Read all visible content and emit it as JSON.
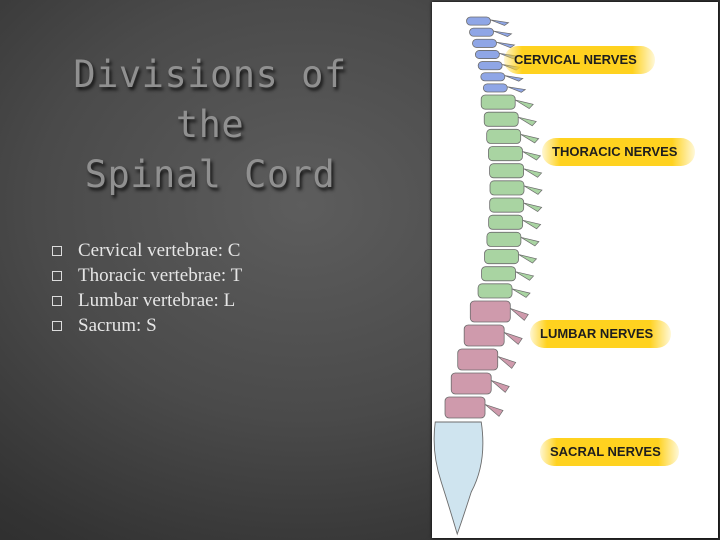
{
  "slide": {
    "title_line1": "Divisions of the",
    "title_line2": "Spinal Cord",
    "bullets": [
      "Cervical vertebrae: C",
      "Thoracic vertebrae: T",
      "Lumbar vertebrae: L",
      "Sacrum: S"
    ]
  },
  "figure": {
    "labels": {
      "cervical": "CERVICAL NERVES",
      "thoracic": "THORACIC NERVES",
      "lumbar": "LUMBAR NERVES",
      "sacral": "SACRAL NERVES"
    },
    "colors": {
      "cervical": "#8fa6e6",
      "thoracic": "#a9d4a2",
      "lumbar": "#cf9aac",
      "sacral": "#cfe4ef",
      "label_background": "#ffd21f"
    }
  }
}
